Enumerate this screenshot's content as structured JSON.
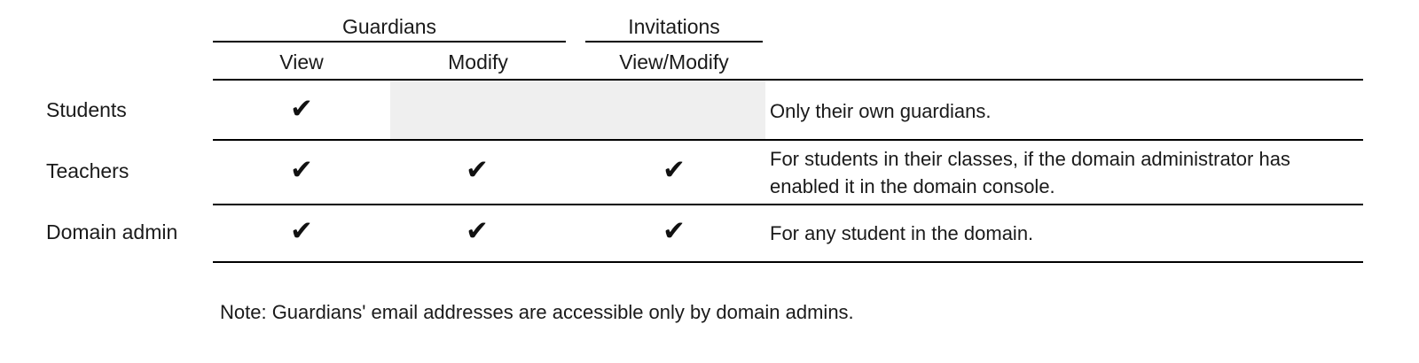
{
  "table": {
    "group_headers": [
      {
        "label": "Guardians"
      },
      {
        "label": "Invitations"
      }
    ],
    "column_headers": [
      {
        "label": "View"
      },
      {
        "label": "Modify"
      },
      {
        "label": "View/Modify"
      }
    ],
    "check_glyph": "✔",
    "shaded_color": "#efefef",
    "rule_color": "#000000",
    "rows": [
      {
        "label": "Students",
        "guardians_view": "✔",
        "guardians_modify": "",
        "invitations_view_modify": "",
        "description": "Only their own guardians."
      },
      {
        "label": "Teachers",
        "guardians_view": "✔",
        "guardians_modify": "✔",
        "invitations_view_modify": "✔",
        "description": "For students in their classes, if the domain administrator has enabled it in the domain console."
      },
      {
        "label": "Domain admin",
        "guardians_view": "✔",
        "guardians_modify": "✔",
        "invitations_view_modify": "✔",
        "description": "For any student in the domain."
      }
    ]
  },
  "note": {
    "text": "Note: Guardians' email addresses are accessible only by domain admins."
  }
}
